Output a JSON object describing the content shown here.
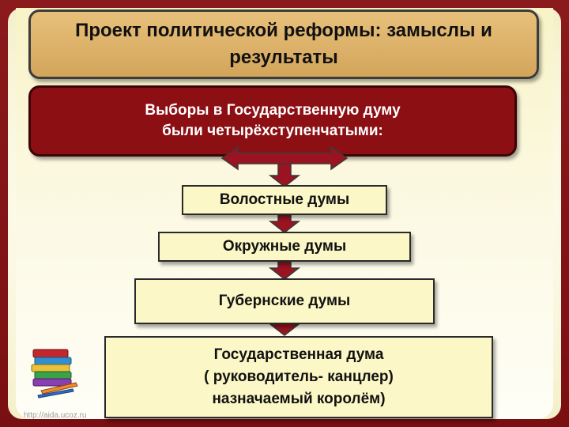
{
  "title": "Проект политической реформы: замыслы и результаты",
  "elections": {
    "line1": "Выборы в Государственную думу",
    "line2": "были четырёхступенчатыми:"
  },
  "levels": [
    {
      "label": "Волостные думы"
    },
    {
      "label": "Окружные думы"
    },
    {
      "label": "Губернские думы"
    },
    {
      "line1": "Государственная дума",
      "line2": "( руководитель- канцлер)",
      "line3": "назначаемый королём)"
    }
  ],
  "watermark": "http://aida.ucoz.ru",
  "colors": {
    "frame": "#8a1a1c",
    "title_fill": "#d9ac63",
    "elections_fill": "#8c0f14",
    "level_fill": "#fbf7c6",
    "arrow": "#9b1220"
  }
}
